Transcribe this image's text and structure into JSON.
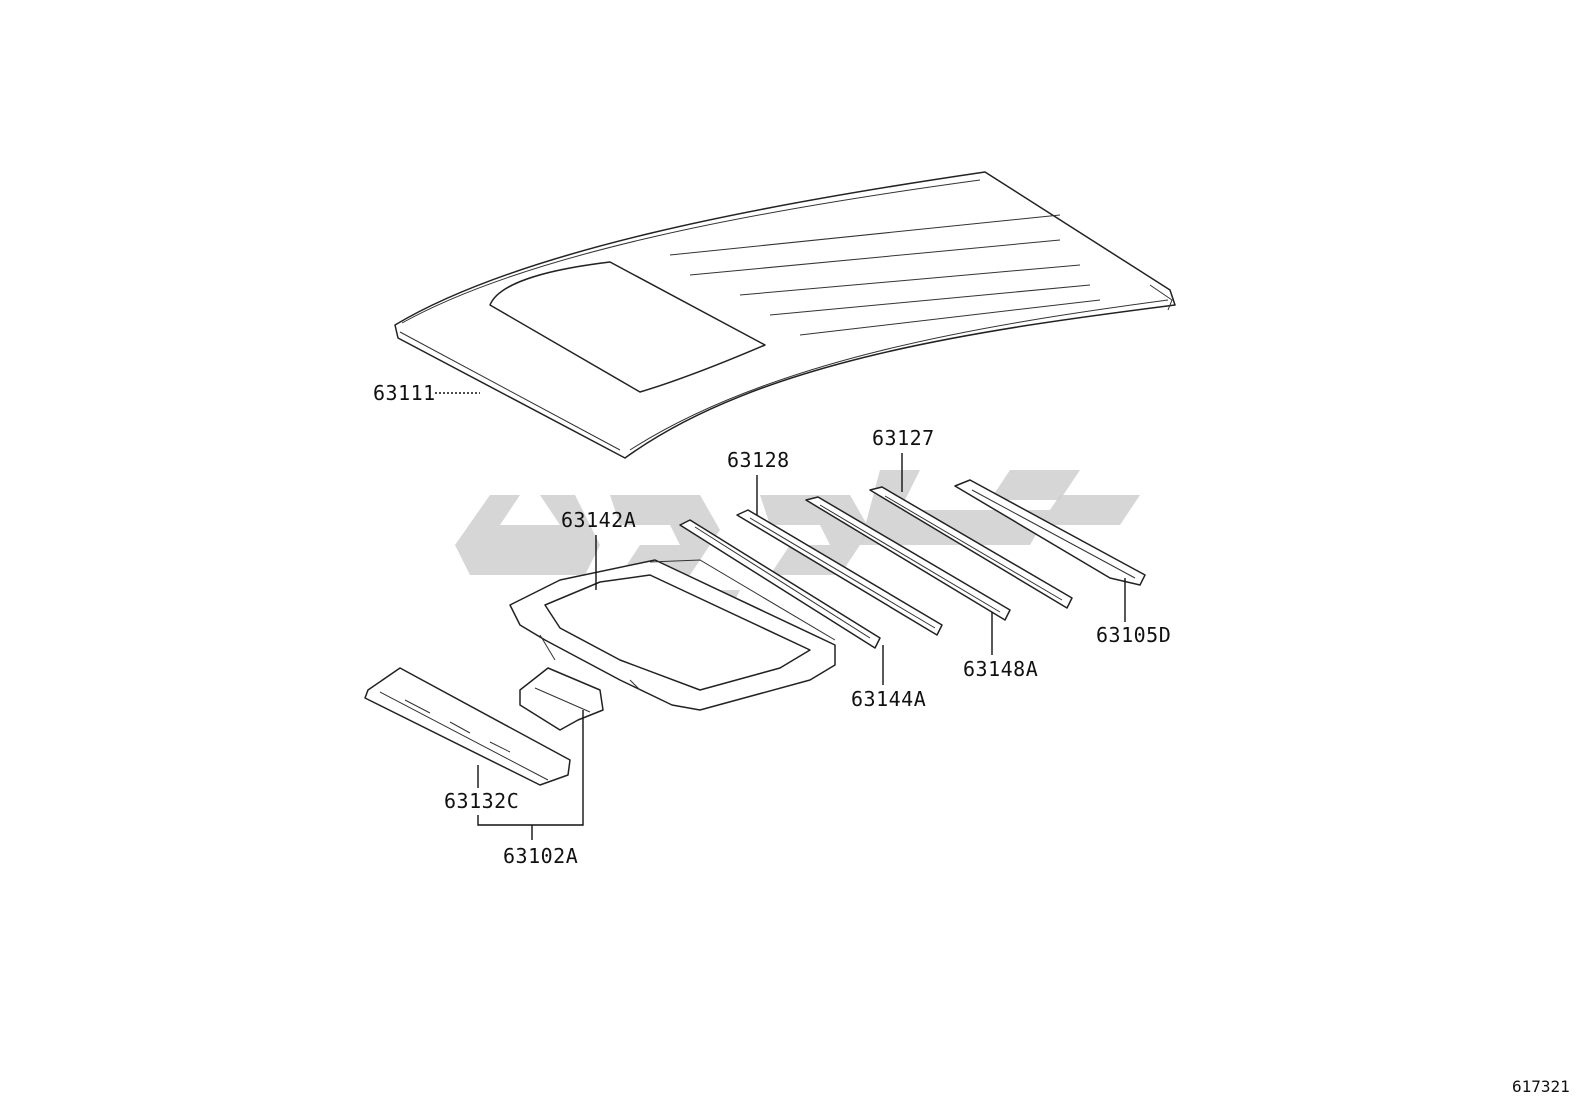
{
  "parts": {
    "roof_panel": "63111",
    "rail_63128": "63128",
    "rail_63127": "63127",
    "sunroof_frame": "63142A",
    "rail_63144a": "63144A",
    "rail_63148a": "63148A",
    "rail_63105d": "63105D",
    "front_header": "63132C",
    "assembly": "63102A"
  },
  "figure_id": "617321",
  "colors": {
    "line": "#222222",
    "watermark": "#cfcfcf",
    "background": "#ffffff"
  }
}
